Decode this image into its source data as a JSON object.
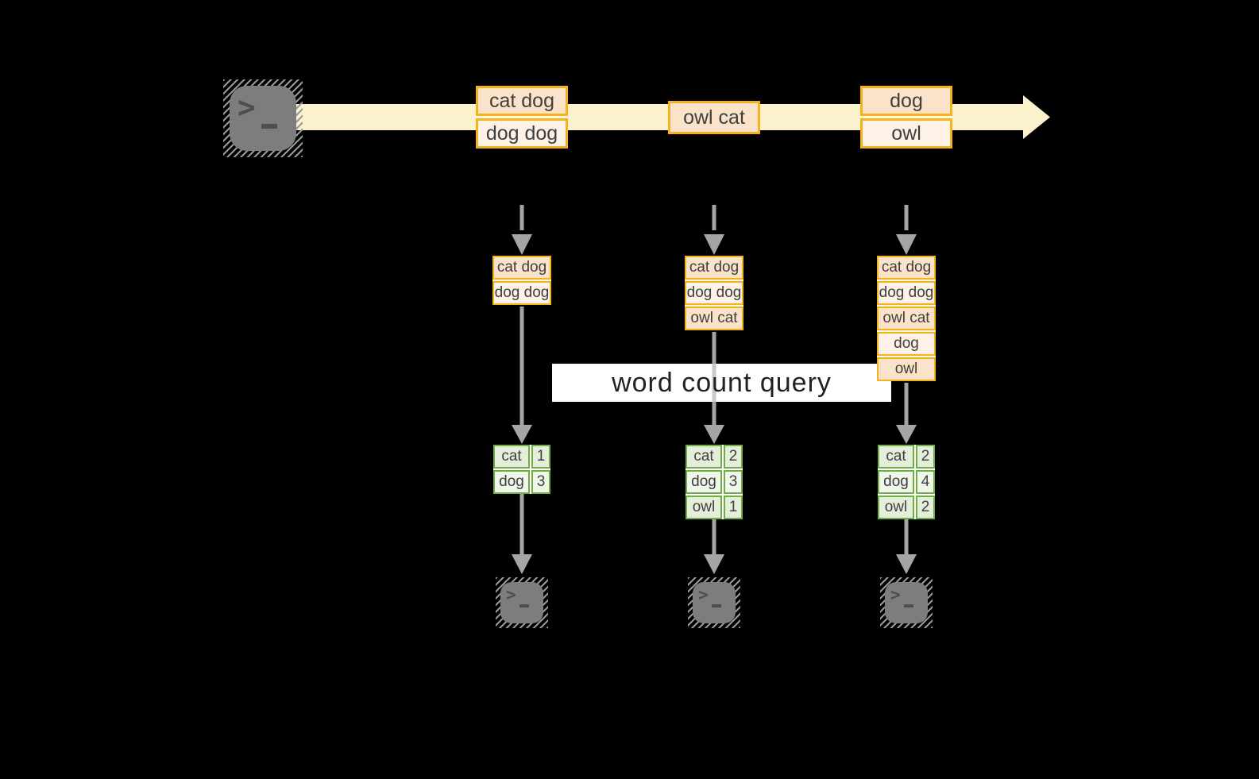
{
  "colors": {
    "background": "#000000",
    "stream_band": "#FBF2CD",
    "amber_border": "#F4B31B",
    "peach_fill": "#FBE3C9",
    "cream_fill": "#FDF2E5",
    "green_border": "#70AD47",
    "green_fill": "#E4EEDA",
    "green_fill_light": "#F1F6EB",
    "arrow_gray": "#A5A5A5",
    "terminal_gray": "#7D7D7D",
    "banner_bg": "#FFFFFF"
  },
  "terminal_prompt": ">",
  "stream": {
    "events": [
      {
        "lines": [
          "cat dog",
          "dog dog"
        ]
      },
      {
        "lines": [
          "owl cat"
        ]
      },
      {
        "lines": [
          "dog",
          "owl"
        ]
      }
    ]
  },
  "banner": {
    "label": "word count query"
  },
  "columns": [
    {
      "buffer": [
        "cat dog",
        "dog dog"
      ],
      "counts": [
        {
          "word": "cat",
          "value": "1"
        },
        {
          "word": "dog",
          "value": "3"
        }
      ]
    },
    {
      "buffer": [
        "cat dog",
        "dog dog",
        "owl cat"
      ],
      "counts": [
        {
          "word": "cat",
          "value": "2"
        },
        {
          "word": "dog",
          "value": "3"
        },
        {
          "word": "owl",
          "value": "1"
        }
      ]
    },
    {
      "buffer": [
        "cat dog",
        "dog dog",
        "owl cat",
        "dog",
        "owl"
      ],
      "counts": [
        {
          "word": "cat",
          "value": "2"
        },
        {
          "word": "dog",
          "value": "4"
        },
        {
          "word": "owl",
          "value": "2"
        }
      ]
    }
  ]
}
